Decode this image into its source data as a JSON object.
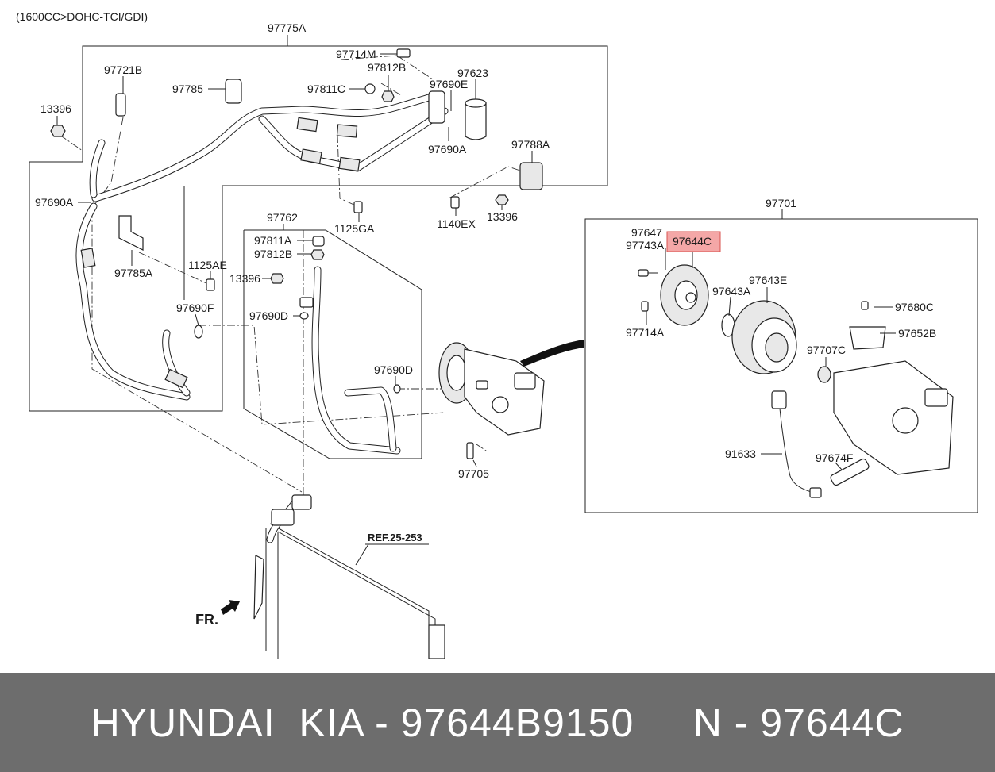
{
  "header": {
    "engine_spec": "(1600CC>DOHC-TCI/GDI)"
  },
  "groups": {
    "hose_assy": "97775A",
    "discharge_hose": "97762",
    "compressor_detail": "97701"
  },
  "labels": {
    "p97714M": "97714M",
    "p97721B": "97721B",
    "p97812B_top": "97812B",
    "p97785": "97785",
    "p97811C": "97811C",
    "p97690E": "97690E",
    "p97623": "97623",
    "p13396_left": "13396",
    "p97690A_top": "97690A",
    "p97788A": "97788A",
    "p97690A_left": "97690A",
    "p1125GA": "1125GA",
    "p1140EX": "1140EX",
    "p13396_right": "13396",
    "p97785A": "97785A",
    "p97811A": "97811A",
    "p97812B_mid": "97812B",
    "p1125AE": "1125AE",
    "p13396_mid": "13396",
    "p97690F": "97690F",
    "p97690D_left": "97690D",
    "p97690D_right": "97690D",
    "p97705": "97705",
    "p97647": "97647",
    "p97743A": "97743A",
    "p97644C": "97644C",
    "p97643E": "97643E",
    "p97643A": "97643A",
    "p97680C": "97680C",
    "p97714A": "97714A",
    "p97652B": "97652B",
    "p97707C": "97707C",
    "p91633": "91633",
    "p97674F": "97674F",
    "ref": "REF.25-253",
    "front": "FR."
  },
  "highlight": {
    "part": "97644C",
    "color": "#f4a7a7",
    "border": "#d9534f"
  },
  "footer": {
    "brand": "HYUNDAI  KIA",
    "separator": " - ",
    "part_number": "97644B9150",
    "gap": "     ",
    "n_label": "N",
    "n_value": "97644C"
  }
}
